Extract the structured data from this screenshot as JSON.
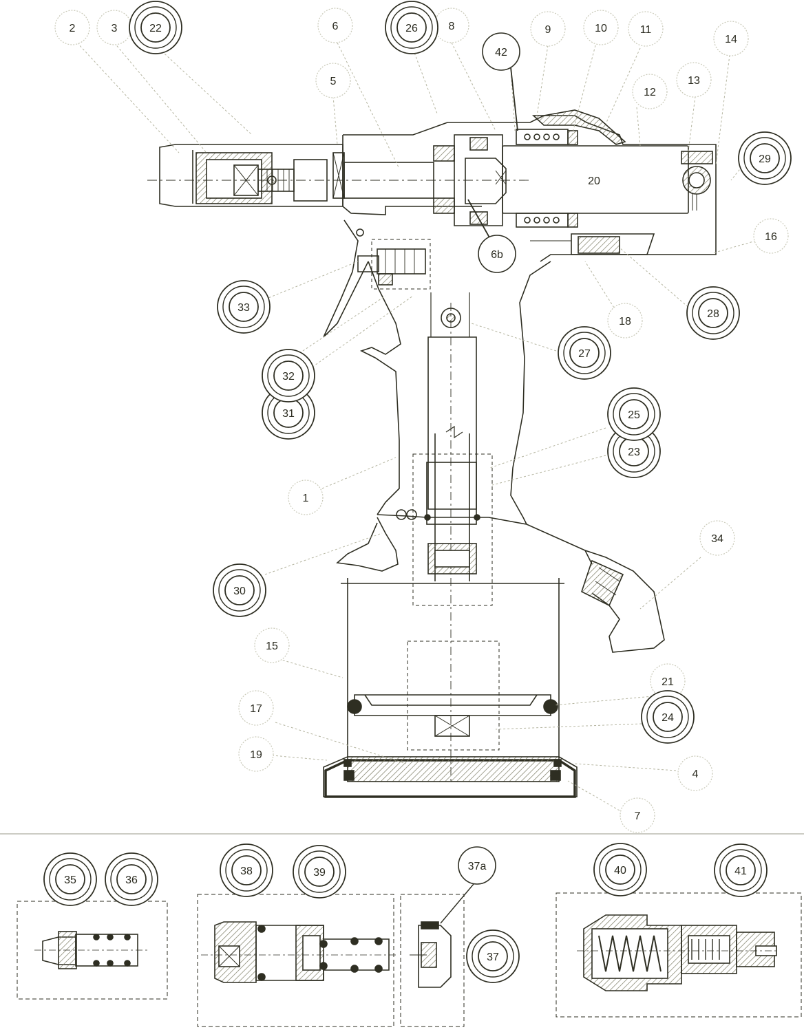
{
  "diagram": {
    "labels": [
      {
        "id": "1",
        "text": "1"
      },
      {
        "id": "2",
        "text": "2"
      },
      {
        "id": "3",
        "text": "3"
      },
      {
        "id": "4",
        "text": "4"
      },
      {
        "id": "5",
        "text": "5"
      },
      {
        "id": "6",
        "text": "6"
      },
      {
        "id": "6b",
        "text": "6b"
      },
      {
        "id": "7",
        "text": "7"
      },
      {
        "id": "8",
        "text": "8"
      },
      {
        "id": "9",
        "text": "9"
      },
      {
        "id": "10",
        "text": "10"
      },
      {
        "id": "11",
        "text": "11"
      },
      {
        "id": "12",
        "text": "12"
      },
      {
        "id": "13",
        "text": "13"
      },
      {
        "id": "14",
        "text": "14"
      },
      {
        "id": "15",
        "text": "15"
      },
      {
        "id": "16",
        "text": "16"
      },
      {
        "id": "17",
        "text": "17"
      },
      {
        "id": "18",
        "text": "18"
      },
      {
        "id": "19",
        "text": "19"
      },
      {
        "id": "20",
        "text": "20"
      },
      {
        "id": "21",
        "text": "21"
      },
      {
        "id": "22",
        "text": "22"
      },
      {
        "id": "23",
        "text": "23"
      },
      {
        "id": "24",
        "text": "24"
      },
      {
        "id": "25",
        "text": "25"
      },
      {
        "id": "26",
        "text": "26"
      },
      {
        "id": "27",
        "text": "27"
      },
      {
        "id": "28",
        "text": "28"
      },
      {
        "id": "29",
        "text": "29"
      },
      {
        "id": "30",
        "text": "30"
      },
      {
        "id": "31",
        "text": "31"
      },
      {
        "id": "32",
        "text": "32"
      },
      {
        "id": "33",
        "text": "33"
      },
      {
        "id": "34",
        "text": "34"
      },
      {
        "id": "35",
        "text": "35"
      },
      {
        "id": "36",
        "text": "36"
      },
      {
        "id": "37",
        "text": "37"
      },
      {
        "id": "37a",
        "text": "37a"
      },
      {
        "id": "38",
        "text": "38"
      },
      {
        "id": "39",
        "text": "39"
      },
      {
        "id": "40",
        "text": "40"
      },
      {
        "id": "41",
        "text": "41"
      },
      {
        "id": "42",
        "text": "42"
      }
    ]
  },
  "colors": {
    "line": "#2e2e22",
    "faint": "#c9c9b8",
    "hatch": "#8a8a72",
    "paper": "#ffffff"
  }
}
